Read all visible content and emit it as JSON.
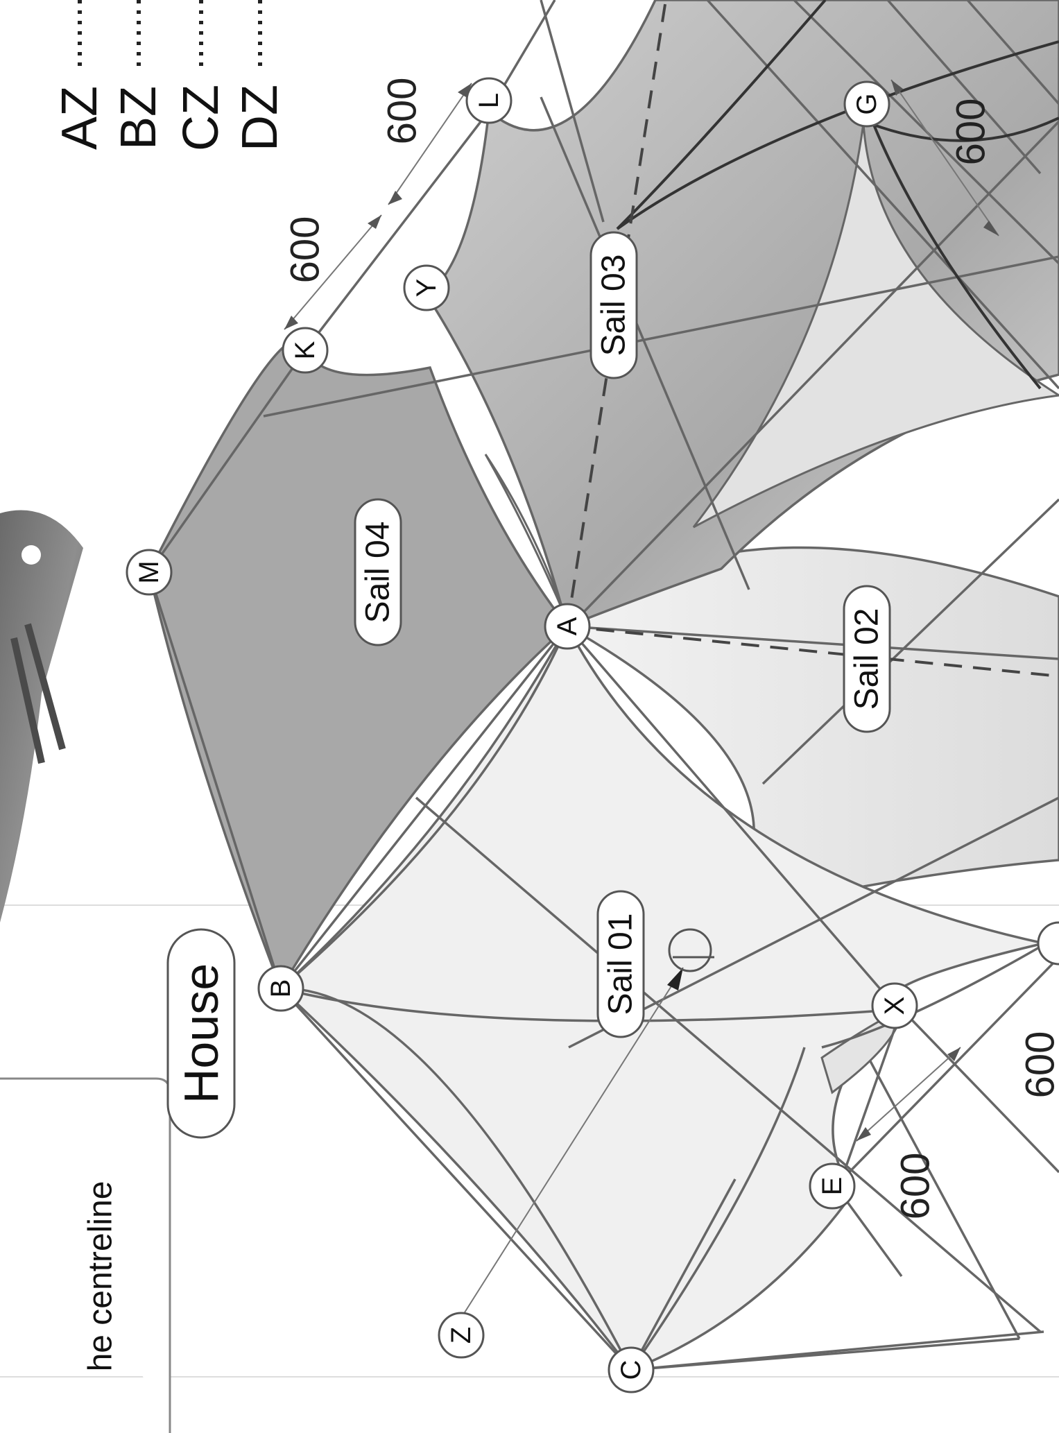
{
  "diagram": {
    "house_label": "House",
    "centreline_text": "he centreline",
    "points": {
      "A": "A",
      "B": "B",
      "C": "C",
      "E": "E",
      "G": "G",
      "K": "K",
      "L": "L",
      "M": "M",
      "X": "X",
      "Y": "Y",
      "Z": "Z"
    },
    "sails": {
      "sail_01": "Sail 01",
      "sail_02": "Sail 02",
      "sail_03": "Sail 03",
      "sail_04": "Sail 04"
    },
    "dimensions": {
      "ky": "600",
      "yl": "600",
      "g": "600",
      "e": "600",
      "x_partial": "600"
    },
    "answer_labels": [
      "AZ",
      "BZ",
      "CZ",
      "DZ"
    ],
    "colors": {
      "sail_dark": "#a8a8a8",
      "sail_mid": "#c4c4c4",
      "sail_light": "#e6e6e6",
      "line": "#666666"
    }
  }
}
